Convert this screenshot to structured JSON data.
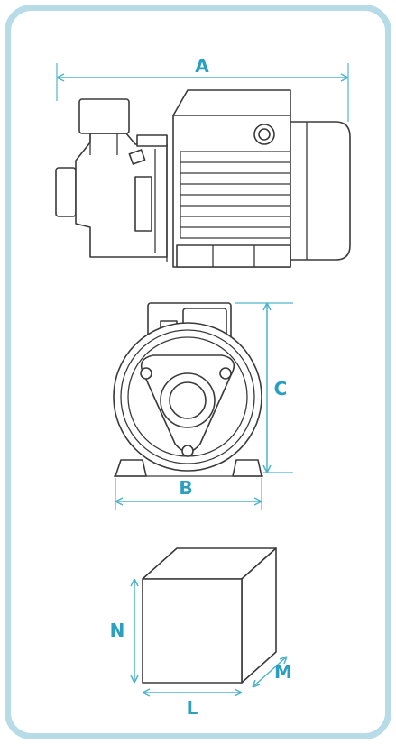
{
  "dimension_labels": {
    "a": "A",
    "b": "B",
    "c": "C",
    "l": "L",
    "m": "M",
    "n": "N"
  },
  "colors": {
    "frame_border": "#b7dce8",
    "dimension_line": "#4fb3cc",
    "label": "#2a9fc0",
    "drawing_line": "#3a3a3a"
  }
}
